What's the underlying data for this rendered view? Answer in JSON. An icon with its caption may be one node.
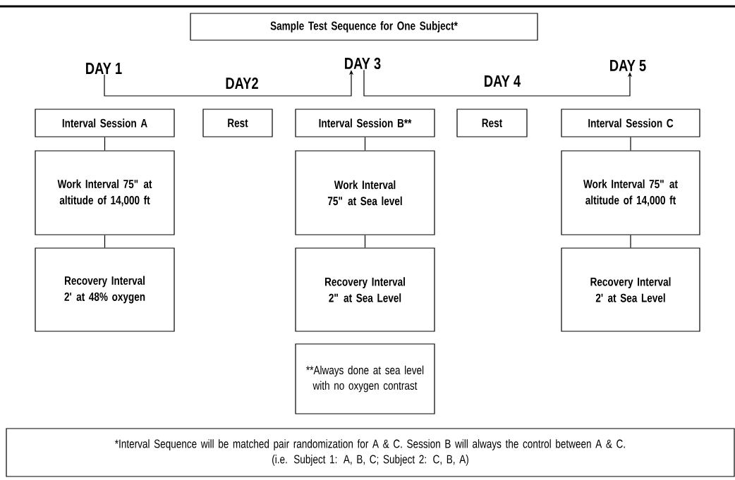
{
  "diagram": {
    "nodes": [
      {
        "text": [
          "Sample Test Sequence for One Subject*"
        ]
      },
      {
        "text": [
          "DAY 1"
        ]
      },
      {
        "text": [
          "DAY 3"
        ]
      },
      {
        "text": [
          "DAY 5"
        ]
      },
      {
        "text": [
          "Interval Session A"
        ]
      },
      {
        "text": [
          "Rest"
        ]
      },
      {
        "text": [
          "Interval Session B**"
        ]
      },
      {
        "text": [
          "Rest"
        ]
      },
      {
        "text": [
          "Interval Session C"
        ]
      },
      {
        "text": [
          "Work Interval 75\" at altitude of 14,000 ft"
        ]
      },
      {
        "text": [
          "Recovery Interval 2' at 48% oxygen"
        ]
      },
      {
        "text": [
          "Work Interval 75\" at Sea level"
        ]
      },
      {
        "text": [
          "Recovery Interval 2\" at Sea Level"
        ]
      },
      {
        "text": [
          "**Always done at sea level with no oxygen contrast"
        ]
      },
      {
        "text": [
          "Work Interval 75\" at altitude of 14,000 ft"
        ]
      },
      {
        "text": [
          "Recovery Interval 2' at Sea Level"
        ]
      },
      {
        "text": [
          "*Interval Sequence will be matched pair randomization for A & C.  Session B will always the control between A & C.",
          "(i.e. Subject 1: A, B, C; Subject 2: C, B, A)"
        ]
      }
    ],
    "edges": [
      {
        "from": 1,
        "to": 2,
        "arrow": "to",
        "label": "DAY2"
      },
      {
        "from": 2,
        "to": 3,
        "arrow": "to",
        "label": "DAY 4"
      },
      {
        "from": 4,
        "to": 9,
        "arrow": "none"
      },
      {
        "from": 9,
        "to": 10,
        "arrow": "none"
      },
      {
        "from": 6,
        "to": 11,
        "arrow": "none"
      },
      {
        "from": 11,
        "to": 12,
        "arrow": "none"
      },
      {
        "from": 8,
        "to": 14,
        "arrow": "none"
      },
      {
        "from": 14,
        "to": 15,
        "arrow": "none"
      }
    ]
  }
}
